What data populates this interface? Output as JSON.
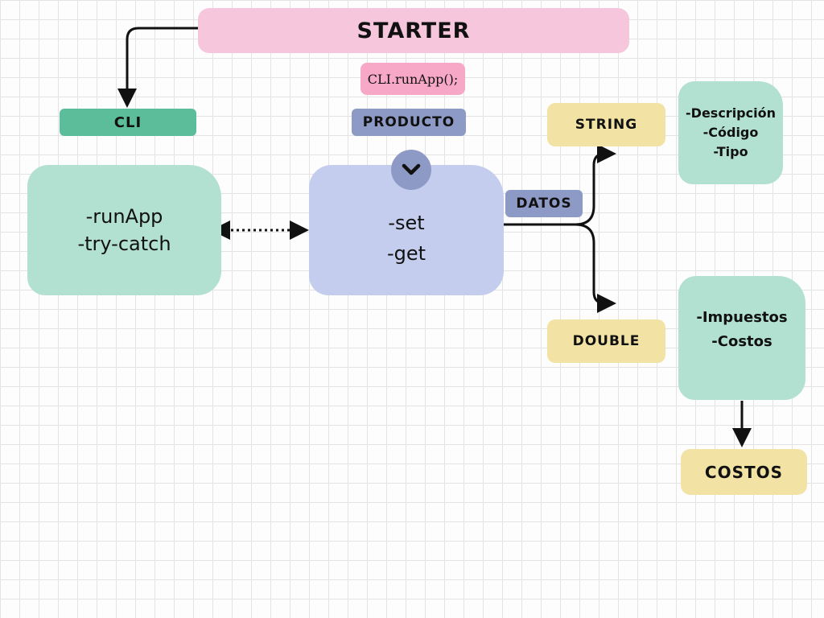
{
  "nodes": {
    "starter": "STARTER",
    "starter_call": "CLI.runApp();",
    "cli": "CLI",
    "cli_lines": [
      "-runApp",
      "-try-catch"
    ],
    "producto": "PRODUCTO",
    "producto_lines": [
      "-set",
      "-get"
    ],
    "datos": "DATOS",
    "string": "STRING",
    "string_fields": [
      "-Descripción",
      "-Código",
      "-Tipo"
    ],
    "double": "DOUBLE",
    "double_fields": [
      "-Impuestos",
      "-Costos"
    ],
    "costos": "COSTOS"
  },
  "icons": {
    "expand": "chevron-down-icon"
  },
  "colors": {
    "pink": "#f5c6dc",
    "pink_call": "#f7a8c6",
    "green_header": "#5bbd99",
    "mint": "#b3e1d1",
    "slate": "#8e9ac6",
    "lavender": "#c5cdee",
    "yellow": "#f2e3a5"
  }
}
